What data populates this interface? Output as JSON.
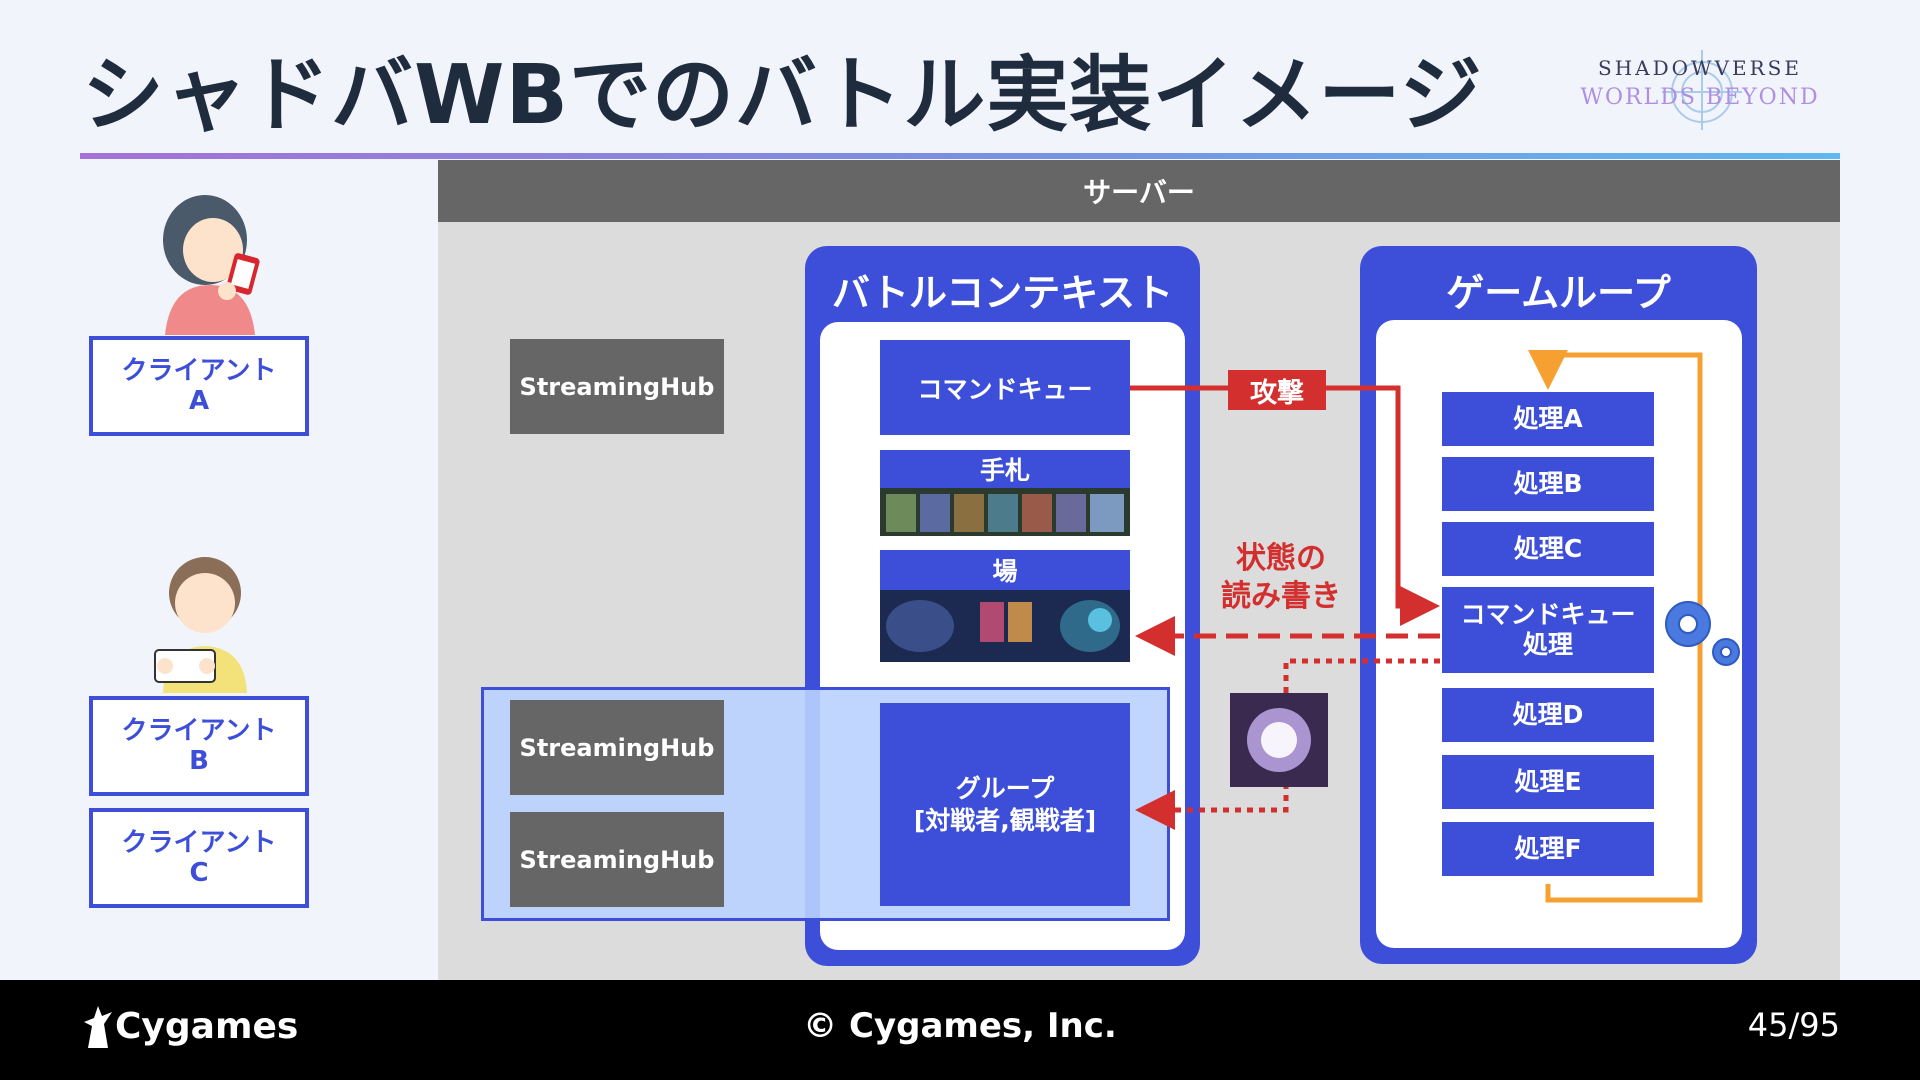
{
  "title": "シャドバWBでのバトル実装イメージ",
  "logo": {
    "line1": "SHADOWVERSE",
    "line2": "WORLDS BEYOND"
  },
  "server": {
    "label": "サーバー"
  },
  "clients": [
    {
      "line1": "クライアント",
      "line2": "A"
    },
    {
      "line1": "クライアント",
      "line2": "B"
    },
    {
      "line1": "クライアント",
      "line2": "C"
    }
  ],
  "streaming_hub": "StreamingHub",
  "battle_context": {
    "title": "バトルコンテキスト",
    "command_queue": "コマンドキュー",
    "hand": "手札",
    "field": "場",
    "group_line1": "グループ",
    "group_line2": "[対戦者,観戦者]"
  },
  "game_loop": {
    "title": "ゲームループ",
    "steps": [
      {
        "line1": "処理A",
        "line2": ""
      },
      {
        "line1": "処理B",
        "line2": ""
      },
      {
        "line1": "処理C",
        "line2": ""
      },
      {
        "line1": "コマンドキュー",
        "line2": "処理"
      },
      {
        "line1": "処理D",
        "line2": ""
      },
      {
        "line1": "処理E",
        "line2": ""
      },
      {
        "line1": "処理F",
        "line2": ""
      }
    ]
  },
  "arrows": {
    "attack": "攻撃",
    "read_write_line1": "状態の",
    "read_write_line2": "読み書き"
  },
  "footer": {
    "brand": "Cygames",
    "copyright": "© Cygames, Inc.",
    "page": "45/95"
  },
  "colors": {
    "accent_blue": "#3d4fd8",
    "attack_red": "#d32f2f",
    "loop_orange": "#f5a030",
    "hub_gray": "#666666"
  }
}
